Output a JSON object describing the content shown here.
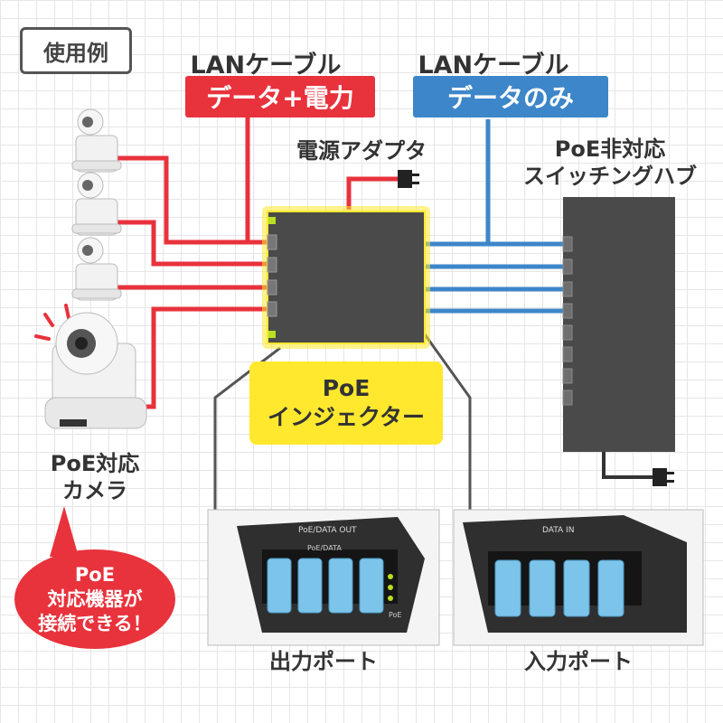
{
  "example_tag": "使用例",
  "left_cable": {
    "title": "LANケーブル",
    "badge": "データ+電力",
    "color": "#e8323c"
  },
  "right_cable": {
    "title": "LANケーブル",
    "badge": "データのみ",
    "color": "#3d86c9"
  },
  "power_adapter_label": "電源アダプタ",
  "switch_label": [
    "PoE非対応",
    "スイッチングハブ"
  ],
  "injector_label": [
    "PoE",
    "インジェクター"
  ],
  "camera_label": [
    "PoE対応",
    "カメラ"
  ],
  "bubble": [
    "PoE",
    "対応機器が",
    "接続できる！"
  ],
  "output_photo": {
    "caption": "出力ポート",
    "panel_text_1": "PoE/DATA OUT",
    "panel_text_2": "PoE/DATA",
    "side_text": "PoE"
  },
  "input_photo": {
    "caption": "入力ポート",
    "panel_text": "DATA IN"
  },
  "colors": {
    "red": "#e8323c",
    "blue": "#3d86c9",
    "yellow": "#ffe82e",
    "device": "#4a4a4a"
  },
  "icons": [
    "camera-icon",
    "power-plug-icon",
    "ethernet-cable-icon"
  ]
}
